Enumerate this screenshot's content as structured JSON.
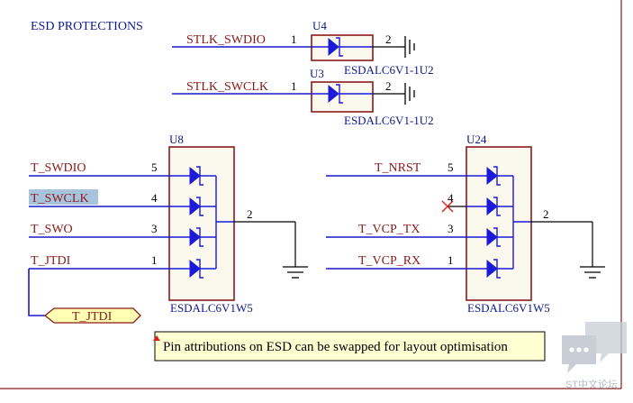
{
  "title": "ESD PROTECTIONS",
  "colors": {
    "wire": "#1818c8",
    "net_text": "#8b1a1a",
    "ref_text": "#0d1a8a",
    "component_outline": "#8b1a1a",
    "component_fill": "#fbf9ee",
    "highlight": "#a8c4dc",
    "note_fill": "#ffffd2",
    "no_connect": "#e02020"
  },
  "components": {
    "U4": {
      "ref": "U4",
      "part": "ESDALC6V1-1U2",
      "net": "STLK_SWDIO",
      "pins": [
        "1",
        "2"
      ]
    },
    "U3": {
      "ref": "U3",
      "part": "ESDALC6V1-1U2",
      "net": "STLK_SWCLK",
      "pins": [
        "1",
        "2"
      ]
    },
    "U8": {
      "ref": "U8",
      "part": "ESDALC6V1W5",
      "common_pin": "2",
      "channels": [
        {
          "net": "T_SWDIO",
          "pin": "5"
        },
        {
          "net": "T_SWCLK",
          "pin": "4"
        },
        {
          "net": "T_SWO",
          "pin": "3"
        },
        {
          "net": "T_JTDI",
          "pin": "1"
        }
      ]
    },
    "U24": {
      "ref": "U24",
      "part": "ESDALC6V1W5",
      "common_pin": "2",
      "channels": [
        {
          "net": "T_NRST",
          "pin": "5"
        },
        {
          "net": "",
          "pin": "4"
        },
        {
          "net": "T_VCP_TX",
          "pin": "3"
        },
        {
          "net": "T_VCP_RX",
          "pin": "1"
        }
      ]
    }
  },
  "port": {
    "label": "T_JTDI"
  },
  "note": {
    "text": "Pin attributions on ESD can be swapped for layout optimisation"
  },
  "watermark": {
    "text": "ST中文论坛"
  },
  "icons": {
    "ground": "ground-icon",
    "no_connect": "no-connect-icon",
    "tvs_diode": "tvs-diode-icon",
    "forum_logo": "chat-bubble-icon"
  }
}
